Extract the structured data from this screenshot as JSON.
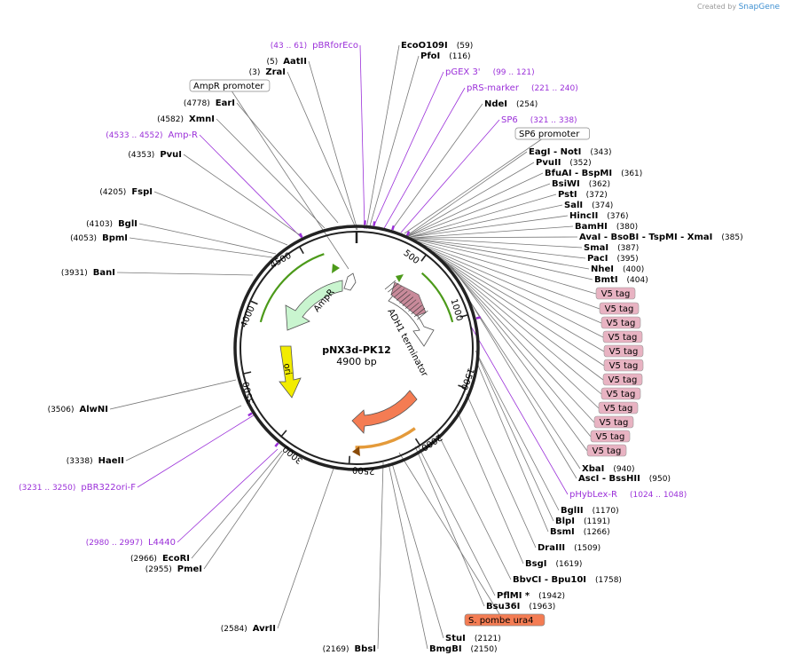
{
  "credit": {
    "prefix": "Created by",
    "brand": "SnapGene"
  },
  "plasmid": {
    "name": "pNX3d-PK12",
    "size_label": "4900 bp",
    "length": 4900
  },
  "colors": {
    "primer": "#9b30d9",
    "ampr": "#c9f5cf",
    "ori": "#f2ec00",
    "adh1": "#c88a9a",
    "ura4": "#f47c53",
    "v5": "#e8b3c2"
  },
  "ticks": [
    "500",
    "1000",
    "1500",
    "2000",
    "2500",
    "3000",
    "3500",
    "4000",
    "4500"
  ],
  "features_inner": [
    {
      "name": "AmpR",
      "label": "AmpR"
    },
    {
      "name": "ori",
      "label": "ori"
    },
    {
      "name": "ADH1 terminator",
      "label": "ADH1 terminator"
    }
  ],
  "labels": [
    {
      "kind": "primer",
      "pos": "(43 .. 61)",
      "name": "pBRforEco"
    },
    {
      "kind": "enzyme",
      "name": "EcoO109I",
      "pos": "(59)"
    },
    {
      "kind": "enzyme",
      "name": "AatII",
      "pos": "(5)"
    },
    {
      "kind": "enzyme",
      "name": "PfoI",
      "pos": "(116)"
    },
    {
      "kind": "enzyme",
      "name": "ZraI",
      "pos": "(3)"
    },
    {
      "kind": "primer",
      "name": "pGEX 3'",
      "pos": "(99 .. 121)"
    },
    {
      "kind": "feature",
      "name": "AmpR promoter"
    },
    {
      "kind": "primer",
      "name": "pRS-marker",
      "pos": "(221 .. 240)"
    },
    {
      "kind": "enzyme",
      "name": "EarI",
      "pos": "(4778)"
    },
    {
      "kind": "enzyme",
      "name": "NdeI",
      "pos": "(254)"
    },
    {
      "kind": "enzyme",
      "name": "XmnI",
      "pos": "(4582)"
    },
    {
      "kind": "primer",
      "name": "SP6",
      "pos": "(321 .. 338)"
    },
    {
      "kind": "primer",
      "name": "Amp-R",
      "pos": "(4533 .. 4552)"
    },
    {
      "kind": "feature",
      "name": "SP6 promoter"
    },
    {
      "kind": "enzyme",
      "name": "PvuI",
      "pos": "(4353)"
    },
    {
      "kind": "enzyme",
      "name": "EagI - NotI",
      "pos": "(343)"
    },
    {
      "kind": "enzyme",
      "name": "PvuII",
      "pos": "(352)"
    },
    {
      "kind": "enzyme",
      "name": "BfuAI - BspMI",
      "pos": "(361)"
    },
    {
      "kind": "enzyme",
      "name": "FspI",
      "pos": "(4205)"
    },
    {
      "kind": "enzyme",
      "name": "BsiWI",
      "pos": "(362)"
    },
    {
      "kind": "enzyme",
      "name": "PstI",
      "pos": "(372)"
    },
    {
      "kind": "enzyme",
      "name": "SalI",
      "pos": "(374)"
    },
    {
      "kind": "enzyme",
      "name": "HincII",
      "pos": "(376)"
    },
    {
      "kind": "enzyme",
      "name": "BglI",
      "pos": "(4103)"
    },
    {
      "kind": "enzyme",
      "name": "BamHI",
      "pos": "(380)"
    },
    {
      "kind": "enzyme",
      "name": "BpmI",
      "pos": "(4053)"
    },
    {
      "kind": "enzyme",
      "name": "AvaI - BsoBI - TspMI - XmaI",
      "pos": "(385)"
    },
    {
      "kind": "enzyme",
      "name": "SmaI",
      "pos": "(387)"
    },
    {
      "kind": "enzyme",
      "name": "PacI",
      "pos": "(395)"
    },
    {
      "kind": "enzyme",
      "name": "NheI",
      "pos": "(400)"
    },
    {
      "kind": "enzyme",
      "name": "BanI",
      "pos": "(3931)"
    },
    {
      "kind": "enzyme",
      "name": "BmtI",
      "pos": "(404)"
    },
    {
      "kind": "v5",
      "name": "V5 tag"
    },
    {
      "kind": "enzyme",
      "name": "AlwNI",
      "pos": "(3506)"
    },
    {
      "kind": "enzyme",
      "name": "XbaI",
      "pos": "(940)"
    },
    {
      "kind": "enzyme",
      "name": "HaeII",
      "pos": "(3338)"
    },
    {
      "kind": "enzyme",
      "name": "AscI - BssHII",
      "pos": "(950)"
    },
    {
      "kind": "primer",
      "name": "pBR322ori-F",
      "pos": "(3231 .. 3250)"
    },
    {
      "kind": "primer",
      "name": "pHybLex-R",
      "pos": "(1024 .. 1048)"
    },
    {
      "kind": "enzyme",
      "name": "BglII",
      "pos": "(1170)"
    },
    {
      "kind": "enzyme",
      "name": "BlpI",
      "pos": "(1191)"
    },
    {
      "kind": "enzyme",
      "name": "BsmI",
      "pos": "(1266)"
    },
    {
      "kind": "primer",
      "name": "L4440",
      "pos": "(2980 .. 2997)"
    },
    {
      "kind": "enzyme",
      "name": "DraIII",
      "pos": "(1509)"
    },
    {
      "kind": "enzyme",
      "name": "EcoRI",
      "pos": "(2966)"
    },
    {
      "kind": "enzyme",
      "name": "PmeI",
      "pos": "(2955)"
    },
    {
      "kind": "enzyme",
      "name": "BsgI",
      "pos": "(1619)"
    },
    {
      "kind": "enzyme",
      "name": "BbvCI - Bpu10I",
      "pos": "(1758)"
    },
    {
      "kind": "enzyme",
      "name": "PflMI *",
      "pos": "(1942)"
    },
    {
      "kind": "enzyme",
      "name": "Bsu36I",
      "pos": "(1963)"
    },
    {
      "kind": "feature",
      "name": "S. pombe ura4"
    },
    {
      "kind": "enzyme",
      "name": "AvrII",
      "pos": "(2584)"
    },
    {
      "kind": "enzyme",
      "name": "StuI",
      "pos": "(2121)"
    },
    {
      "kind": "enzyme",
      "name": "BbsI",
      "pos": "(2169)"
    },
    {
      "kind": "enzyme",
      "name": "BmgBI",
      "pos": "(2150)"
    }
  ]
}
